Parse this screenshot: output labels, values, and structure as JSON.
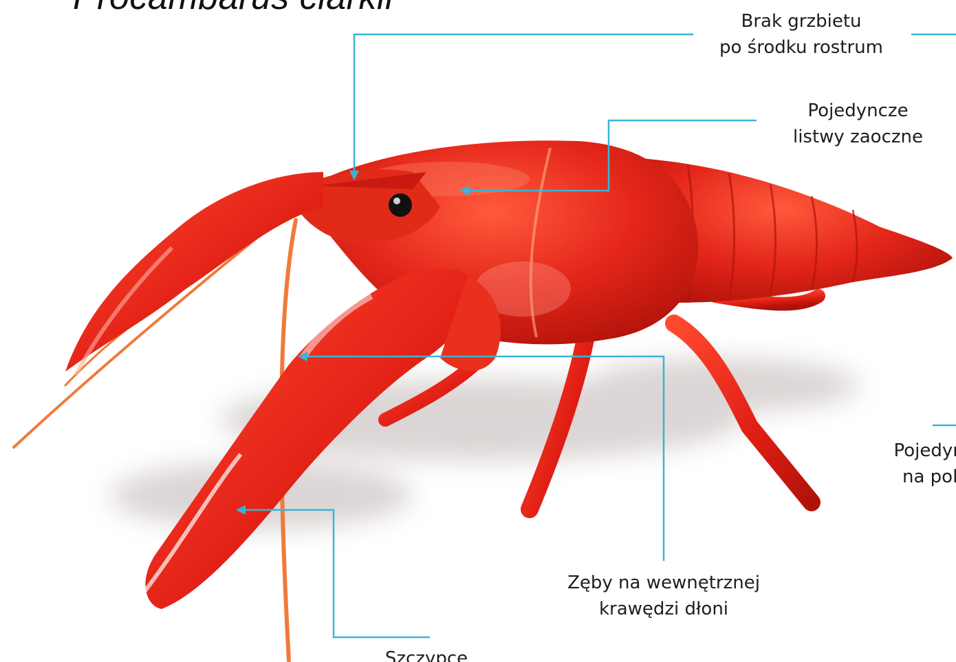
{
  "title": "Procambarus clarkii",
  "colors": {
    "leader_line": "#3ab4d6",
    "body_red": "#e4261a",
    "dark_red": "#b5140c",
    "highlight": "#ff8a6e",
    "leg_orange": "#f04a1e"
  },
  "labels": {
    "rostrum": {
      "line1": "Brak grzbietu",
      "line2": "po środku rostrum"
    },
    "listwy": {
      "line1": "Pojedyncze",
      "line2": "listwy zaoczne"
    },
    "policzek": {
      "line1": "Pojedyncze g",
      "line2": "na policzka"
    },
    "zeby": {
      "line1": "Zęby na wewnętrznej",
      "line2": "krawędzi dłoni"
    },
    "szczypce": {
      "line1": "Szczypce"
    }
  }
}
